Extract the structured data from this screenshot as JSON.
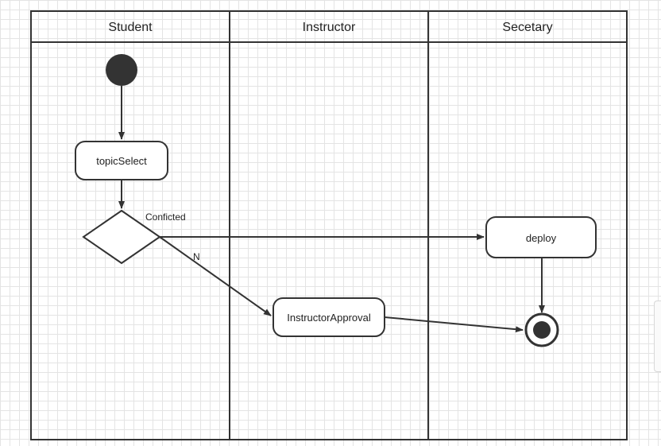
{
  "diagram": {
    "lanes": [
      {
        "id": "student",
        "title": "Student"
      },
      {
        "id": "instructor",
        "title": "Instructor"
      },
      {
        "id": "secretary",
        "title": "Secetary"
      }
    ],
    "nodes": {
      "topic_select": "topicSelect",
      "instructor_approval": "InstructorApproval",
      "deploy": "deploy"
    },
    "edge_labels": {
      "conflicted": "Conficted",
      "no": "N"
    },
    "colors": {
      "stroke": "#333333",
      "fill": "#ffffff",
      "node_dark": "#333333",
      "grid": "#e4e4e4"
    }
  }
}
